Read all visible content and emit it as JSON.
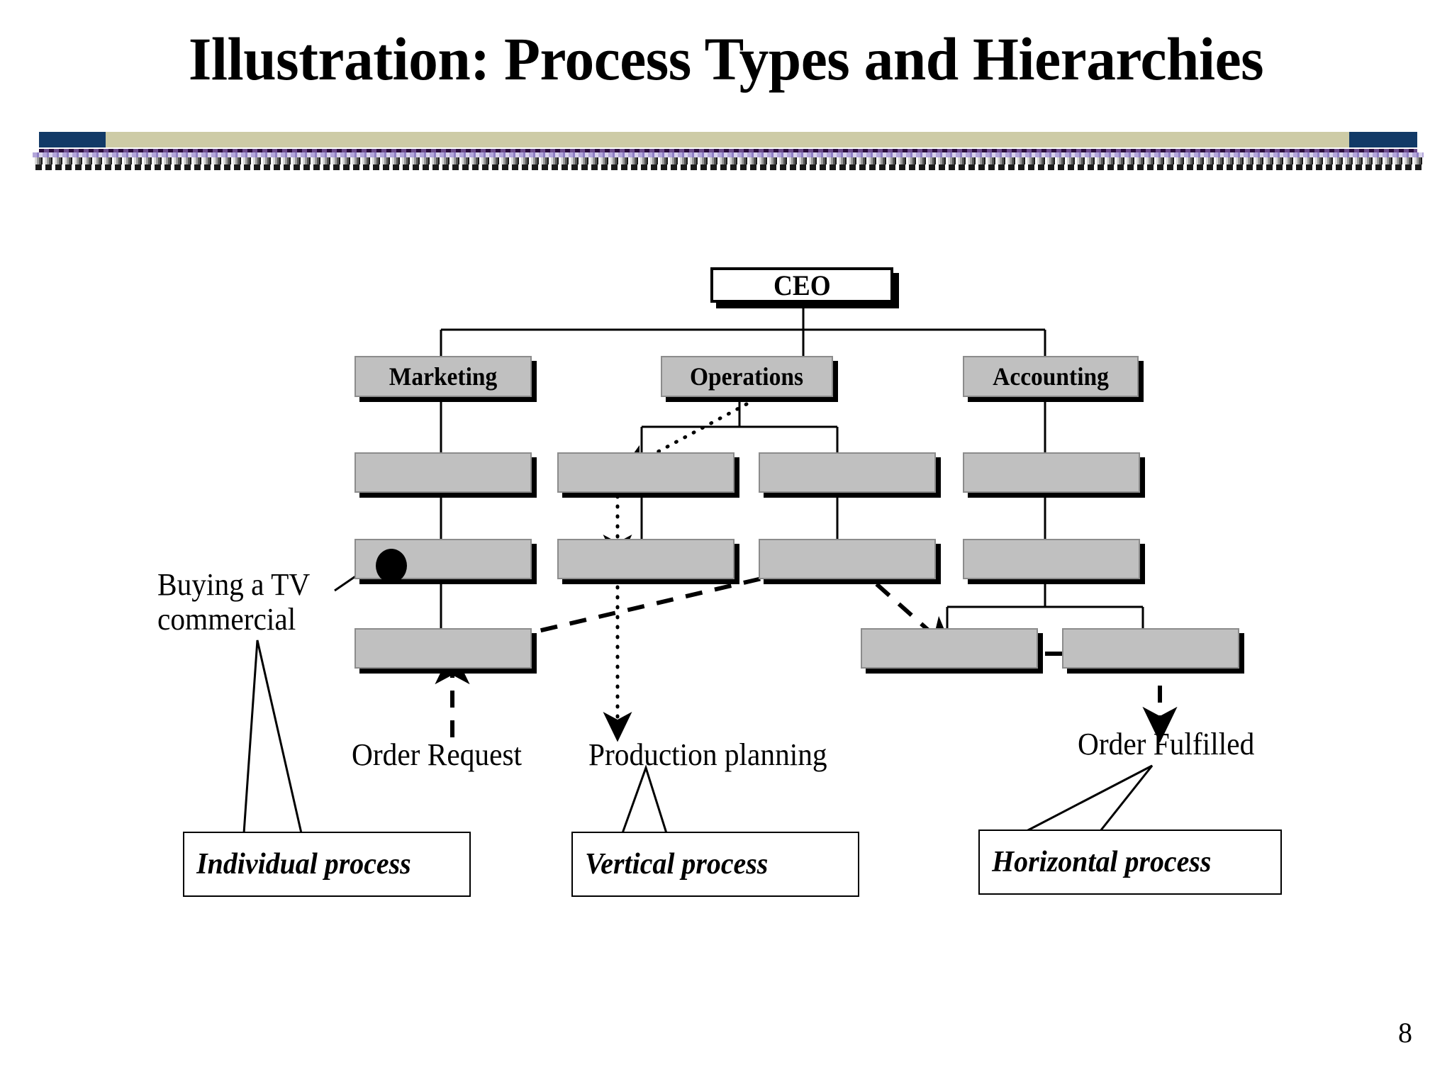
{
  "slide": {
    "title": "Illustration: Process Types and Hierarchies",
    "page_number": "8",
    "background_color": "#ffffff"
  },
  "divider": {
    "tan_color": "#cdcba6",
    "navy_color": "#123a67",
    "purple_color": "#2a0d3d",
    "lilac_color": "#b3a6da"
  },
  "chart_data": {
    "type": "diagram",
    "title": "Illustration: Process Types and Hierarchies",
    "nodes": [
      {
        "id": "ceo",
        "label": "CEO",
        "level": 0,
        "style": "white"
      },
      {
        "id": "marketing",
        "label": "Marketing",
        "level": 1,
        "style": "gray"
      },
      {
        "id": "operations",
        "label": "Operations",
        "level": 1,
        "style": "gray"
      },
      {
        "id": "accounting",
        "label": "Accounting",
        "level": 1,
        "style": "gray"
      },
      {
        "id": "mkt-2",
        "label": "",
        "level": 2,
        "style": "gray"
      },
      {
        "id": "ops-2a",
        "label": "",
        "level": 2,
        "style": "gray"
      },
      {
        "id": "ops-2b",
        "label": "",
        "level": 2,
        "style": "gray"
      },
      {
        "id": "acc-2",
        "label": "",
        "level": 2,
        "style": "gray"
      },
      {
        "id": "mkt-3",
        "label": "",
        "level": 3,
        "style": "gray",
        "marker": "black-dot"
      },
      {
        "id": "ops-3a",
        "label": "",
        "level": 3,
        "style": "gray"
      },
      {
        "id": "ops-3b",
        "label": "",
        "level": 3,
        "style": "gray"
      },
      {
        "id": "acc-3",
        "label": "",
        "level": 3,
        "style": "gray"
      },
      {
        "id": "mkt-4",
        "label": "",
        "level": 4,
        "style": "gray"
      },
      {
        "id": "acc-4a",
        "label": "",
        "level": 4,
        "style": "gray"
      },
      {
        "id": "acc-4b",
        "label": "",
        "level": 4,
        "style": "gray"
      }
    ],
    "edges": [
      {
        "from": "ceo",
        "to": "marketing",
        "style": "solid"
      },
      {
        "from": "ceo",
        "to": "operations",
        "style": "solid"
      },
      {
        "from": "ceo",
        "to": "accounting",
        "style": "solid"
      },
      {
        "from": "marketing",
        "to": "mkt-2",
        "style": "solid"
      },
      {
        "from": "operations",
        "to": "ops-2a",
        "style": "solid"
      },
      {
        "from": "operations",
        "to": "ops-2b",
        "style": "solid"
      },
      {
        "from": "accounting",
        "to": "acc-2",
        "style": "solid"
      },
      {
        "from": "mkt-2",
        "to": "mkt-3",
        "style": "solid"
      },
      {
        "from": "ops-2a",
        "to": "ops-3a",
        "style": "solid"
      },
      {
        "from": "ops-2b",
        "to": "ops-3b",
        "style": "solid"
      },
      {
        "from": "acc-2",
        "to": "acc-3",
        "style": "solid"
      },
      {
        "from": "mkt-3",
        "to": "mkt-4",
        "style": "solid"
      },
      {
        "from": "acc-3",
        "to": "acc-4a",
        "style": "solid"
      },
      {
        "from": "acc-3",
        "to": "acc-4b",
        "style": "solid"
      }
    ],
    "process_flows": [
      {
        "name": "Individual process",
        "line_style": "solid-leader",
        "annotation": "Buying a TV commercial",
        "marker": "black-dot-in-marketing-level3-box"
      },
      {
        "name": "Vertical process",
        "line_style": "dotted",
        "annotation": "Production planning",
        "path": "Operations box -> Operations sub-unit (up arrow) -> down through level-3 box -> down to label"
      },
      {
        "name": "Horizontal process",
        "line_style": "dashed",
        "annotation_start": "Order Request",
        "annotation_end": "Order Fulfilled",
        "path": "Order Request -> Marketing level-4 box -> across to Operations level-3 right box -> down to Accounting level-4 boxes -> Order Fulfilled"
      }
    ]
  },
  "annotations": {
    "buying_tv": "Buying a TV\ncommercial",
    "order_request": "Order Request",
    "production_planning": "Production planning",
    "order_fulfilled": "Order Fulfilled"
  },
  "callouts": [
    {
      "label": "Individual process"
    },
    {
      "label": "Vertical process"
    },
    {
      "label": "Horizontal process"
    }
  ]
}
